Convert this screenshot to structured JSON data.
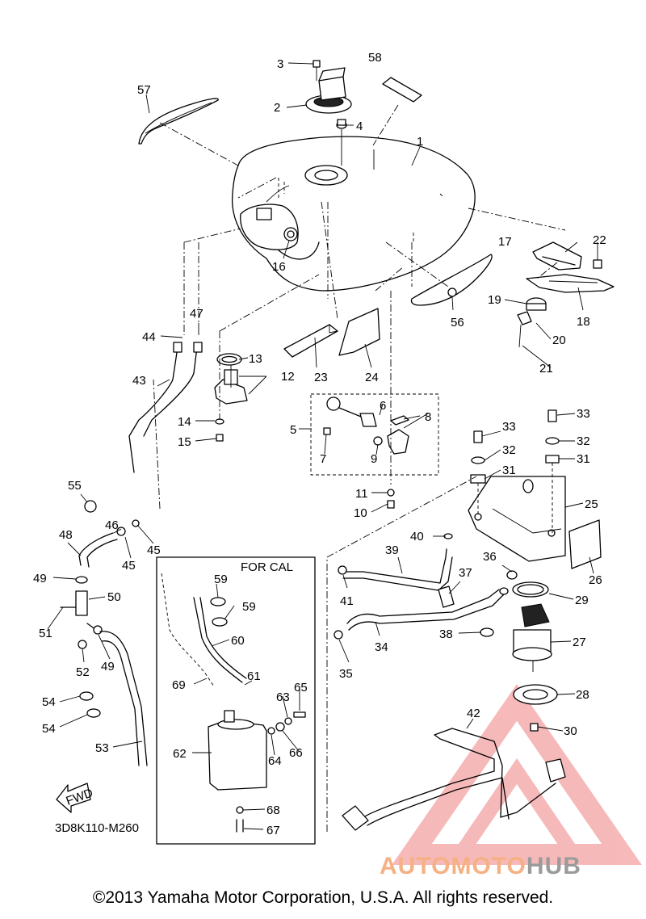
{
  "diagram": {
    "box_label": "FOR CAL",
    "fwd_label": "FWD",
    "drawing_code": "3D8K110-M260",
    "part_numbers": [
      "1",
      "2",
      "3",
      "4",
      "5",
      "6",
      "7",
      "8",
      "9",
      "10",
      "11",
      "12",
      "13",
      "14",
      "15",
      "16",
      "17",
      "18",
      "19",
      "20",
      "21",
      "22",
      "23",
      "24",
      "25",
      "26",
      "27",
      "28",
      "29",
      "30",
      "31",
      "31",
      "32",
      "32",
      "33",
      "33",
      "34",
      "35",
      "36",
      "37",
      "38",
      "39",
      "40",
      "41",
      "42",
      "43",
      "44",
      "45",
      "45",
      "46",
      "47",
      "48",
      "49",
      "49",
      "50",
      "51",
      "52",
      "53",
      "54",
      "54",
      "55",
      "56",
      "57",
      "58",
      "59",
      "59",
      "60",
      "61",
      "62",
      "63",
      "64",
      "65",
      "66",
      "67",
      "68",
      "69"
    ]
  },
  "watermark": {
    "part1": "AUTOMOTO",
    "part2": "HUB",
    "color_primary": "#f5b183",
    "color_secondary": "#9b9b9b",
    "logo_color": "#f08080"
  },
  "footer": {
    "copyright": "©2013 Yamaha Motor Corporation, U.S.A. All rights reserved."
  }
}
